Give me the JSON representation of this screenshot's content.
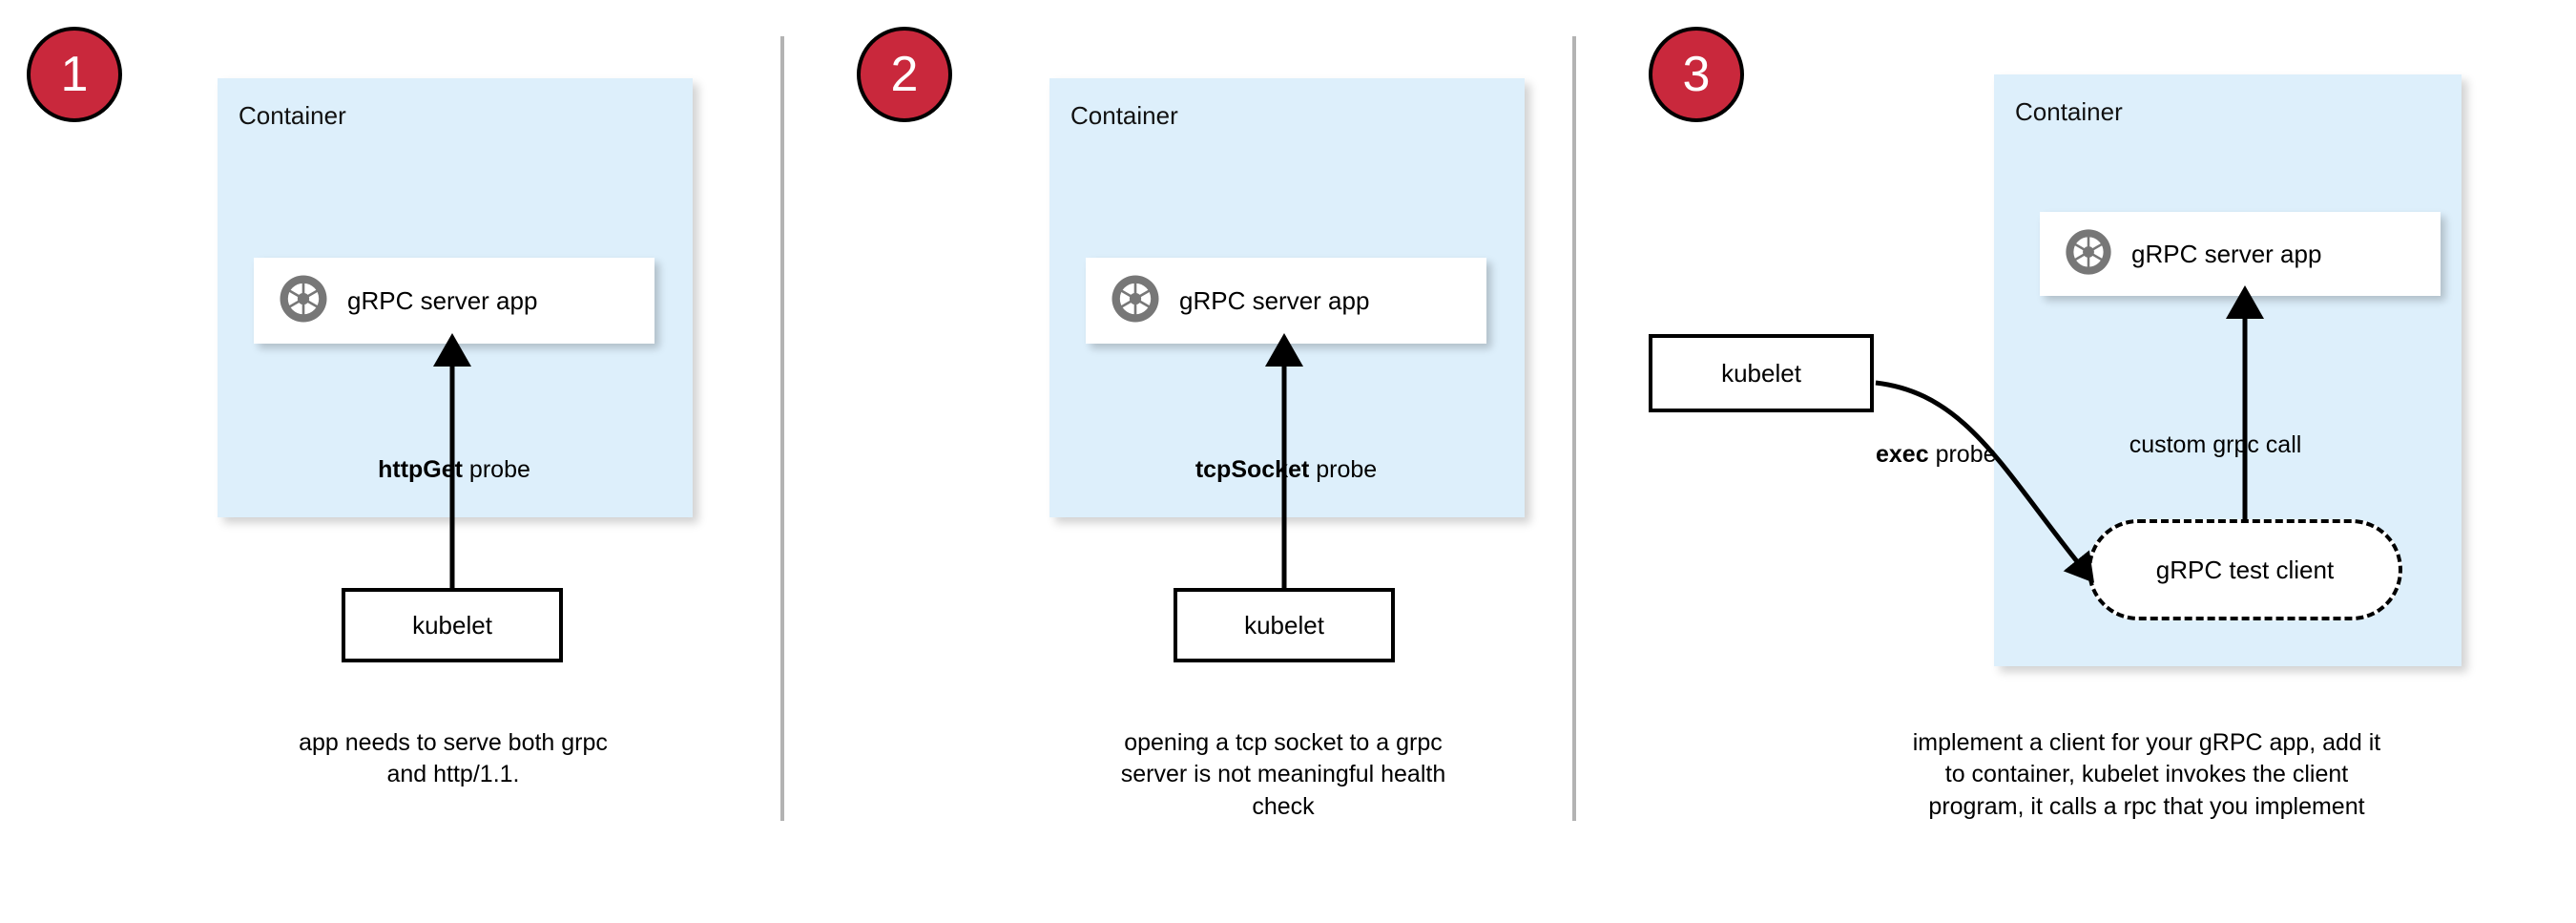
{
  "figure": {
    "title": "gRPC health-check probe approaches",
    "accent_red": "#c9283c",
    "container_fill": "#ddeffb",
    "divider_color": "#b3b3b3",
    "icon_color": "#777777"
  },
  "panels": [
    {
      "step_number": "1",
      "container_label": "Container",
      "app_label": "gRPC server app",
      "app_icon": "grpc-aperture-icon",
      "probe_label_bold": "httpGet",
      "probe_label_rest": " probe",
      "kubelet_label": "kubelet",
      "caption_lines": [
        "app needs to serve both grpc",
        "and http/1.1."
      ]
    },
    {
      "step_number": "2",
      "container_label": "Container",
      "app_label": "gRPC server app",
      "app_icon": "grpc-aperture-icon",
      "probe_label_bold": "tcpSocket",
      "probe_label_rest": " probe",
      "kubelet_label": "kubelet",
      "caption_lines": [
        "opening a tcp socket to a grpc",
        "server is not meaningful health",
        "check"
      ]
    },
    {
      "step_number": "3",
      "container_label": "Container",
      "app_label": "gRPC server app",
      "app_icon": "grpc-aperture-icon",
      "probe_label_bold": "exec",
      "probe_label_rest": " probe",
      "kubelet_label": "kubelet",
      "test_client_label": "gRPC test client",
      "inner_call_label": "custom grpc call",
      "caption_lines": [
        "implement a client for your gRPC app, add it",
        "to container, kubelet invokes the client",
        "program, it calls a rpc that you implement"
      ]
    }
  ]
}
